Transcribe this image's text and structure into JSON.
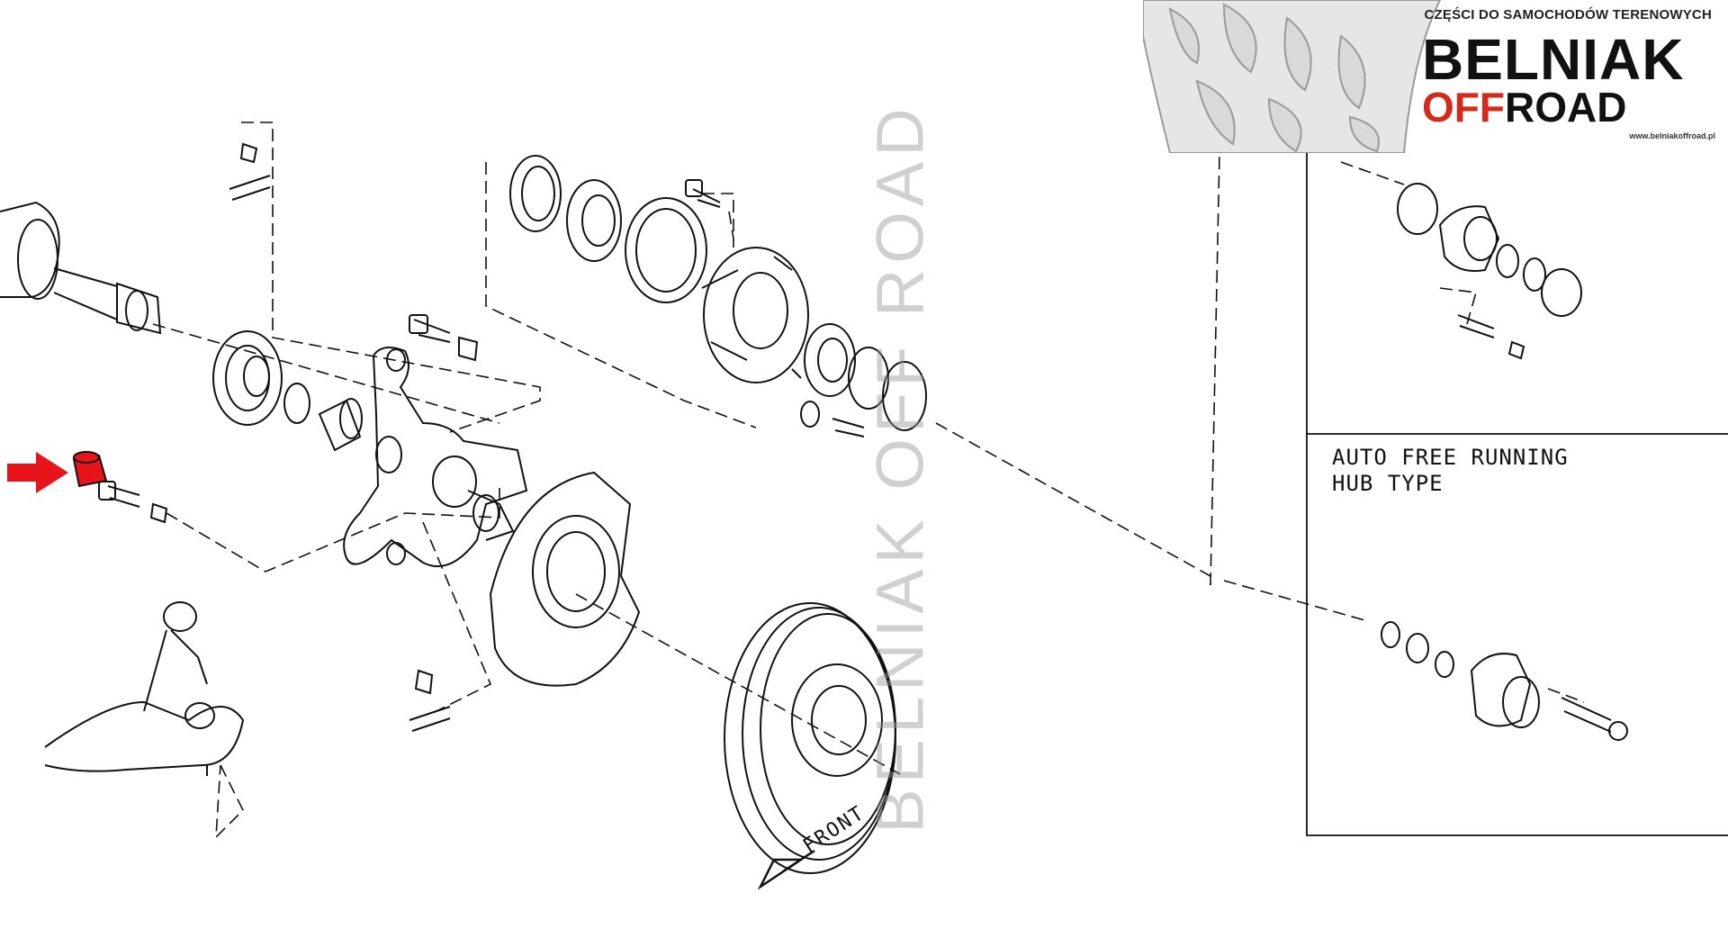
{
  "logo": {
    "tagline": "CZĘŚCI DO SAMOCHODÓW TERENOWYCH",
    "brand": "BELNIAK",
    "off": "OFF",
    "road": "ROAD",
    "url": "www.belniakoffroad.pl",
    "accent_color": "#d42a1c"
  },
  "watermark": "BELNIAK OFF ROAD",
  "inset_label": {
    "line1": "AUTO FREE RUNNING",
    "line2": "HUB TYPE"
  },
  "front_label": "FRONT",
  "highlight": {
    "part": "bushing",
    "color": "#e8141c",
    "arrow_color": "#e8141c"
  }
}
